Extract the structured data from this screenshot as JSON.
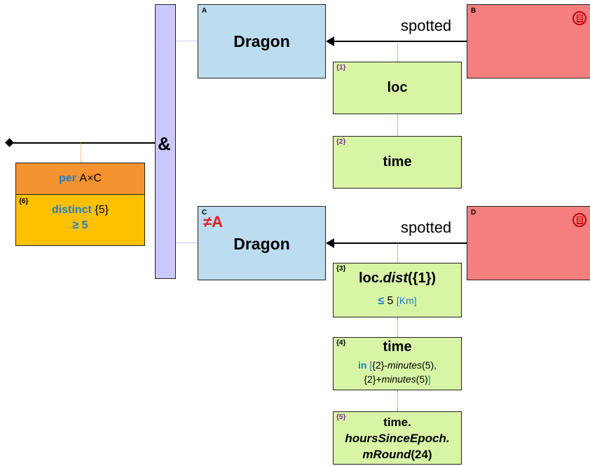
{
  "and_node": {
    "symbol": "&"
  },
  "aggregate": {
    "per_keyword": "per",
    "per_expr": "A×C",
    "id": "{6}",
    "distinct_keyword": "distinct",
    "distinct_ref": "{5}",
    "threshold": "≥ 5"
  },
  "entity_a": {
    "tag": "A",
    "label": "Dragon"
  },
  "entity_c": {
    "tag": "C",
    "neq": "≠A",
    "label": "Dragon"
  },
  "event_b": {
    "tag": "B",
    "relation": "spotted",
    "icon": "document-icon"
  },
  "event_d": {
    "tag": "D",
    "relation": "spotted",
    "icon": "document-icon"
  },
  "prop1": {
    "id": "{1}",
    "label": "loc"
  },
  "prop2": {
    "id": "{2}",
    "label": "time"
  },
  "prop3": {
    "id": "{3}",
    "label_plain": "loc.",
    "label_func": "dist",
    "label_args": "({1})",
    "cond_op": "≤",
    "cond_val": " 5 ",
    "cond_unit": "[Km]"
  },
  "prop4": {
    "id": "{4}",
    "label": "time",
    "in_keyword": "in",
    "open_bracket": "[",
    "l1_a": "{2}-",
    "l1_func": "minutes",
    "l1_b": "(5),",
    "l2_a": "{2}+",
    "l2_func": "minutes",
    "l2_b": "(5)",
    "close_bracket": "]"
  },
  "prop5": {
    "id": "{5}",
    "line1": "time.",
    "line2": "hoursSinceEpoch.",
    "line3_func": "mRound",
    "line3_args": "(24)"
  }
}
